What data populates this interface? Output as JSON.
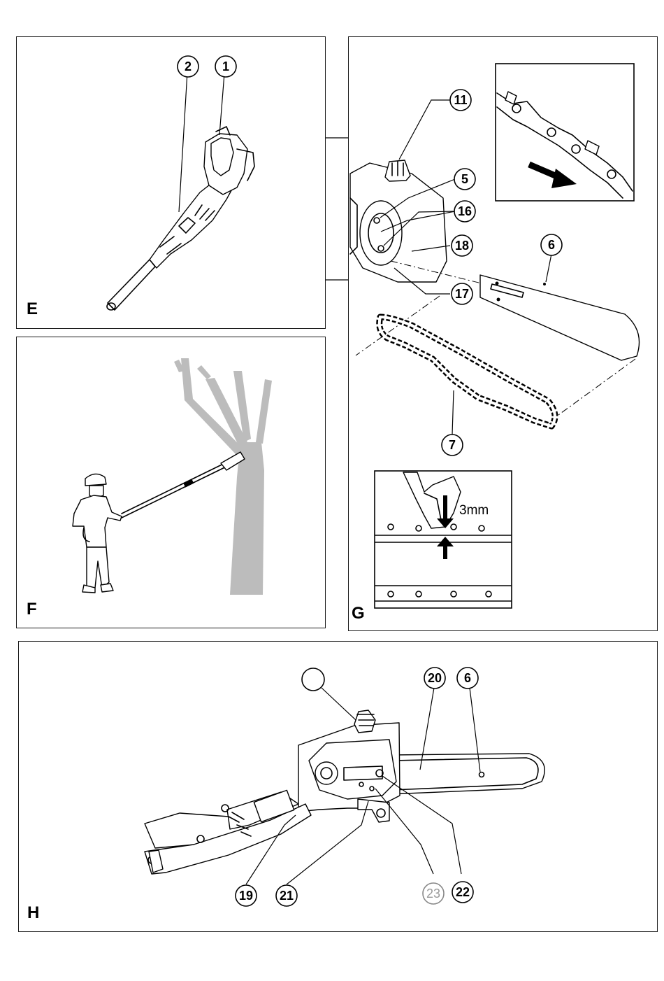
{
  "panels": {
    "E": {
      "label": "E"
    },
    "F": {
      "label": "F"
    },
    "G": {
      "label": "G",
      "gap_label": "3mm"
    },
    "H": {
      "label": "H"
    }
  },
  "callouts": {
    "e1": "1",
    "e2": "2",
    "g11": "11",
    "g5": "5",
    "g16": "16",
    "g18": "18",
    "g17": "17",
    "g6": "6",
    "g7": "7",
    "h_blank": "",
    "h20": "20",
    "h6": "6",
    "h19": "19",
    "h21": "21",
    "h23": "23",
    "h22": "22"
  },
  "colors": {
    "line": "#000000",
    "tree": "#bcbcbc",
    "callout_grey": "#888888"
  }
}
